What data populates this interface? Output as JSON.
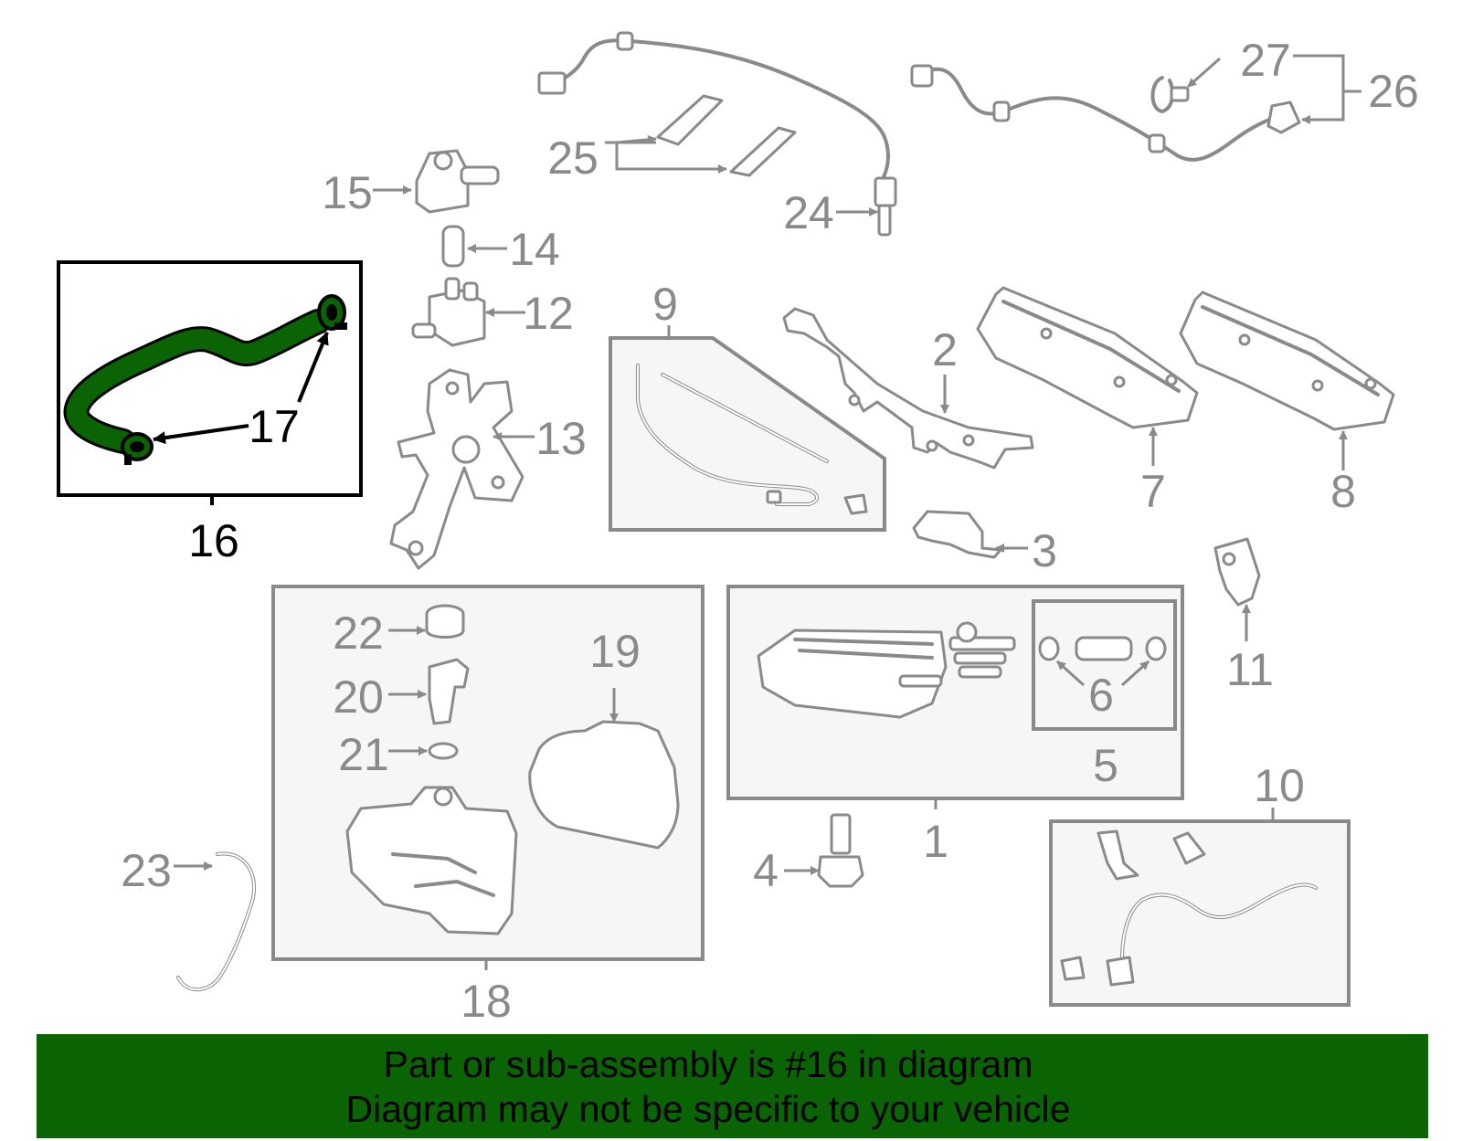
{
  "diagram": {
    "highlight_color": "#0a6404",
    "line_color": "#8a8a8a",
    "labels": {
      "p1": "1",
      "p2": "2",
      "p3": "3",
      "p4": "4",
      "p5": "5",
      "p6": "6",
      "p7": "7",
      "p8": "8",
      "p9": "9",
      "p10": "10",
      "p11": "11",
      "p12": "12",
      "p13": "13",
      "p14": "14",
      "p15": "15",
      "p16": "16",
      "p17": "17",
      "p18": "18",
      "p19": "19",
      "p20": "20",
      "p21": "21",
      "p22": "22",
      "p23": "23",
      "p24": "24",
      "p25": "25",
      "p26": "26",
      "p27": "27"
    }
  },
  "banner": {
    "line1": "Part or sub-assembly is #16 in diagram",
    "line2": "Diagram may not be specific to your vehicle",
    "background": "#0a6404"
  }
}
